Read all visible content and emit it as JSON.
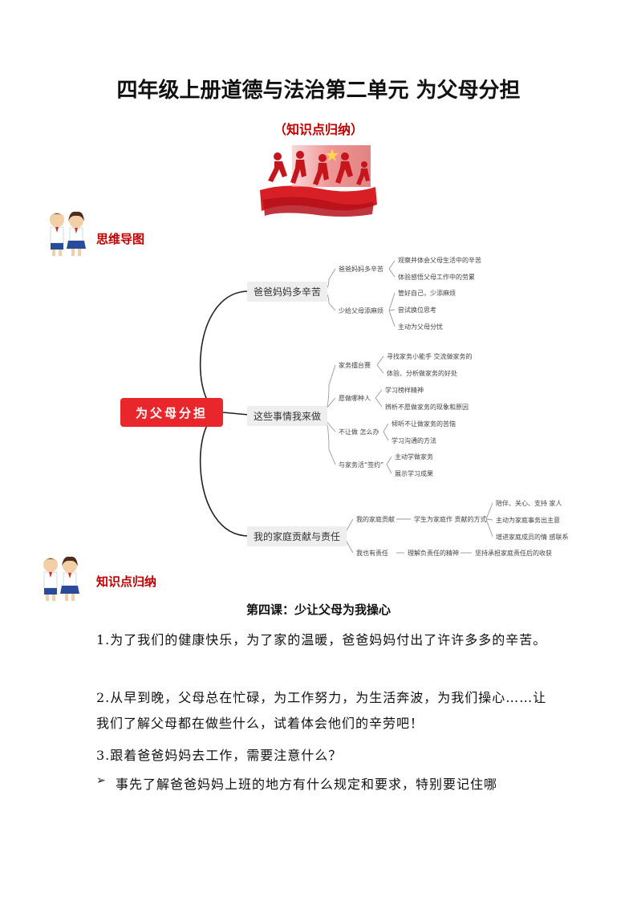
{
  "doc": {
    "title": "四年级上册道德与法治第二单元 为父母分担",
    "subtitle": "（知识点归纳）"
  },
  "sections": {
    "mindmap": "思维导图",
    "knowledge": "知识点归纳"
  },
  "mindmap": {
    "root": "为父母分担",
    "branches": [
      {
        "label": "爸爸妈妈多辛苦",
        "subs": [
          {
            "label": "爸爸妈妈多辛苦",
            "leaves": [
              "观察并体会父母生活中的辛苦",
              "体验感悟父母工作中的劳累"
            ]
          },
          {
            "label": "少给父母添麻烦",
            "leaves": [
              "管好自己，少添麻烦",
              "尝试换位思考",
              "主动为父母分忧"
            ]
          }
        ]
      },
      {
        "label": "这些事情我来做",
        "subs": [
          {
            "label": "家务擂台赛",
            "leaves": [
              "寻找家务小能手 交流做家务的",
              "体验、分析做家务的好处"
            ]
          },
          {
            "label": "愿做哪种人",
            "leaves": [
              "学习榜样精神",
              "辨析不愿做家务的现象和原因"
            ]
          },
          {
            "label": "不让做 怎么办",
            "leaves": [
              "倾听不让做家务的苦恼",
              "学习沟通的方法"
            ]
          },
          {
            "label": "与家务活“签约”",
            "leaves": [
              "主动学做家务",
              "展示学习成果"
            ]
          }
        ]
      },
      {
        "label": "我的家庭贡献与责任",
        "subs": [
          {
            "label": "我的家庭贡献",
            "mid": "学生为家庭作 贡献的方式",
            "leaves": [
              "陪伴、关心、支持 家人",
              "主动为家庭事务出主意",
              "增进家庭成员的情 感联系"
            ]
          },
          {
            "label": "我也有责任",
            "mid": "理解负责任的精神",
            "leaves": [
              "坚持承担家庭责任后的收获"
            ]
          }
        ]
      }
    ]
  },
  "lesson": {
    "title": "第四课：少让父母为我操心",
    "p1": "1.为了我们的健康快乐，为了家的温暖，爸爸妈妈付出了许许多多的辛苦。",
    "p2": "2.从早到晚，父母总在忙碌，为工作努力，为生活奔波，为我们操心……让我们了解父母都在做些什么，试着体会他们的辛劳吧！",
    "p3": "3.跟着爸爸妈妈去工作，需要注意什么？",
    "bullet_mark": "➢",
    "p4": "事先了解爸爸妈妈上班的地方有什么规定和要求，特别要记住哪"
  }
}
